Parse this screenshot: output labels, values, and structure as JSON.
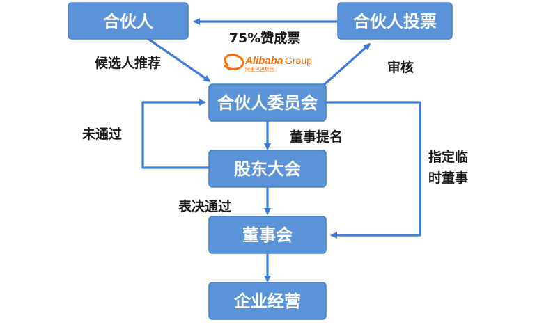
{
  "nodes": {
    "partners": "合伙人",
    "partner_vote": "合伙人投票",
    "partner_committee": "合伙人委员会",
    "shareholders_meeting": "股东大会",
    "board": "董事会",
    "operations": "企业经营"
  },
  "edges": {
    "vote_to_partners": "75%赞成票",
    "partners_to_committee": "候选人推荐",
    "committee_to_vote": "审核",
    "committee_to_shareholders": "董事提名",
    "shareholders_back_to_committee": "未通过",
    "shareholders_to_board": "表决通过",
    "committee_to_board_line1": "指定临",
    "committee_to_board_line2": "时董事"
  },
  "logo": {
    "word": "Alibaba",
    "group": "Group",
    "sub": "阿里巴巴集团"
  },
  "colors": {
    "node_fill": "#5b93d9",
    "edge": "#3b7dd8",
    "logo": "#ff6a00"
  }
}
